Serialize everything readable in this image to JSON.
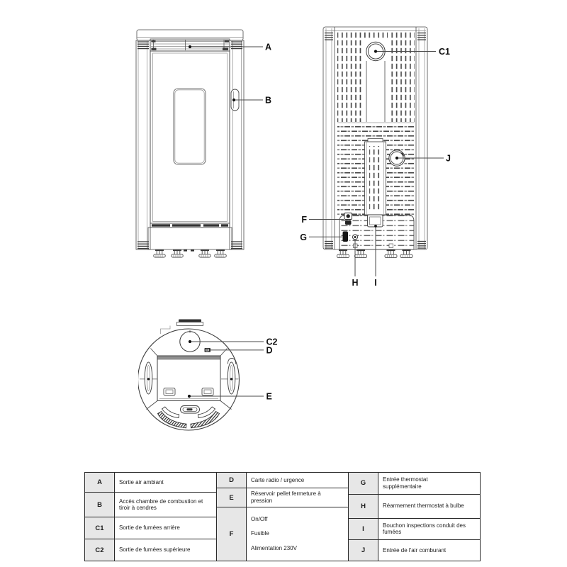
{
  "page": {
    "background": "#ffffff"
  },
  "colors": {
    "drawing_line": "#4a4a4a",
    "callout_text": "#101010",
    "table_border": "#2b2b2b",
    "table_key_bg": "#e7e7e7",
    "lid_band_gray": "#8f8f8f"
  },
  "callouts": {
    "front": {
      "a": "A",
      "b": "B"
    },
    "rear": {
      "c1": "C1",
      "j": "J",
      "f": "F",
      "g": "G",
      "h": "H",
      "i": "I"
    },
    "top": {
      "c2": "C2",
      "d": "D",
      "e": "E"
    }
  },
  "legend_table": {
    "groups": [
      {
        "rows": [
          {
            "key": "A",
            "desc": "Sortie air ambiant"
          },
          {
            "key": "B",
            "desc": "Accès chambre de combustion et\ntiroir à cendres"
          },
          {
            "key": "C1",
            "desc": "Sortie de fumées arrière"
          },
          {
            "key": "C2",
            "desc": "Sortie de fumées supérieure"
          }
        ]
      },
      {
        "rows": [
          {
            "key": "D",
            "desc": "Carte radio / urgence"
          },
          {
            "key": "E",
            "desc": "Réservoir pellet fermeture à\npression"
          },
          {
            "key": "F",
            "desc_lines": [
              "On/Off",
              "Fusible",
              "Alimentation 230V"
            ]
          }
        ]
      },
      {
        "rows": [
          {
            "key": "G",
            "desc": "Entrée thermostat\nsupplémentaire"
          },
          {
            "key": "H",
            "desc": "Réarmement thermostat à bulbe"
          },
          {
            "key": "I",
            "desc": "Bouchon inspections conduit des\nfumées"
          },
          {
            "key": "J",
            "desc": "Entrée de l'air comburant"
          }
        ]
      }
    ]
  }
}
